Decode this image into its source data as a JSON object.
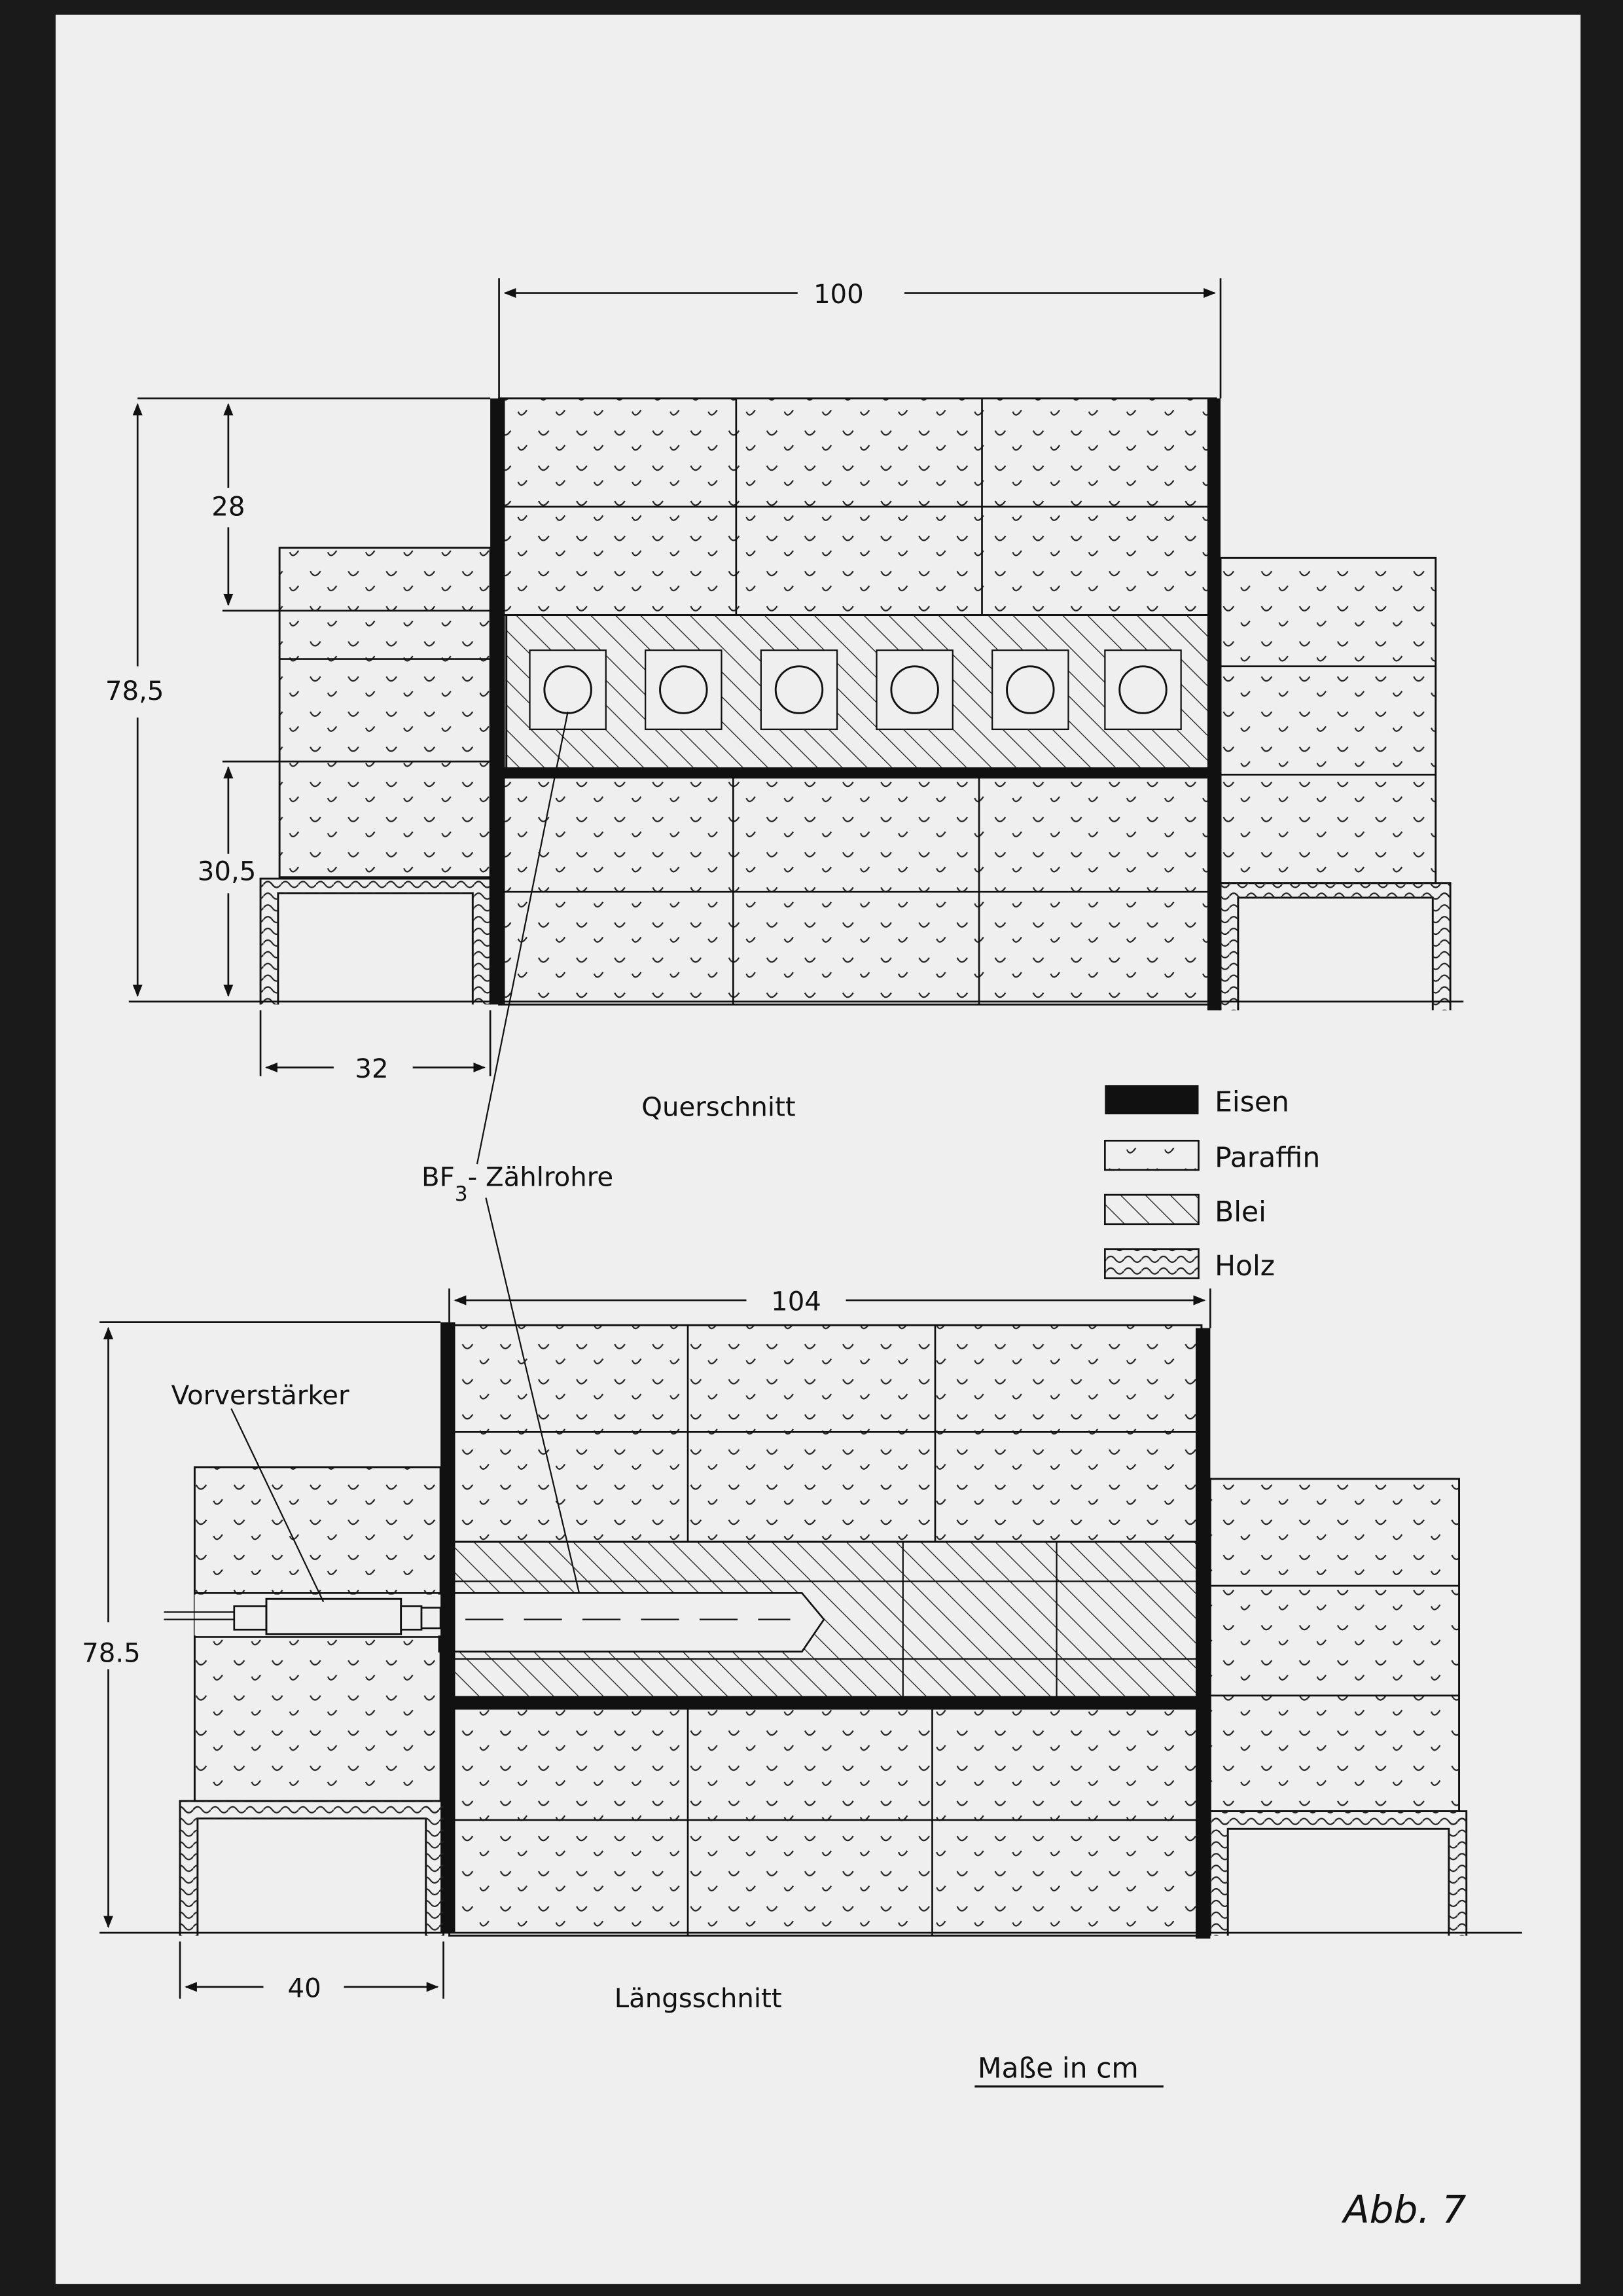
{
  "labels": {
    "dim_top_width": "100",
    "dim_28": "28",
    "dim_78_5_top": "78,5",
    "dim_30_5": "30,5",
    "dim_32": "32",
    "querschnitt": "Querschnitt",
    "bf3_main": "BF",
    "bf3_sub": "3",
    "bf3_rest": "- Zählrohre",
    "dim_104": "104",
    "vorverstaerker": "Vorverstärker",
    "dim_78_5_bottom": "78.5",
    "dim_40": "40",
    "laengsschnitt": "Längsschnitt",
    "masse": "Maße in cm",
    "figure_id": "Abb. 7"
  },
  "legend": [
    {
      "key": "eisen",
      "label": "Eisen"
    },
    {
      "key": "paraffin",
      "label": "Paraffin"
    },
    {
      "key": "blei",
      "label": "Blei"
    },
    {
      "key": "holz",
      "label": "Holz"
    }
  ],
  "colors": {
    "paper": "#efefef",
    "ink": "#111111",
    "background": "#1a1a1a"
  }
}
